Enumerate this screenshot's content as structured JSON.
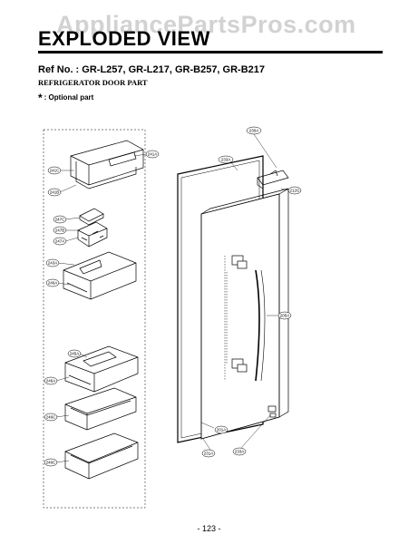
{
  "watermark": "AppliancePartsPros.com",
  "header": {
    "title": "EXPLODED VIEW",
    "ref_no": "Ref No. : GR-L257, GR-L217, GR-B257, GR-B217",
    "subtitle": "REFRIGERATOR DOOR PART",
    "optional_mark": "*",
    "optional_text": ": Optional part"
  },
  "callouts": {
    "c230A": "230A",
    "c233A": "233A",
    "c212G": "212G",
    "c241A": "241A",
    "c241C": "241C",
    "c241B": "241B",
    "c247C": "247C",
    "c247B": "247B",
    "c247A": "247A",
    "c243A": "243A",
    "c246A": "246A",
    "c245A": "245A",
    "c246A2": "246A",
    "c246C": "246C",
    "c246C2": "246C",
    "c201A": "201A",
    "c205A": "205A",
    "c231A": "231A",
    "c233A2": "233A"
  },
  "page_number": "- 123 -"
}
